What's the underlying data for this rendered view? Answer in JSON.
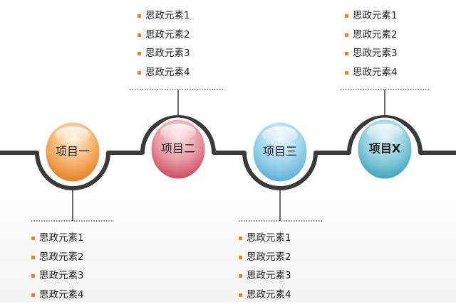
{
  "items": [
    {
      "title": "项目一",
      "colors": [
        "#fff2dc",
        "#f7b36b",
        "#e17f22"
      ],
      "elements": [
        "思政元素1",
        "思政元素2",
        "思政元素3",
        "思政元素4"
      ]
    },
    {
      "title": "项目二",
      "colors": [
        "#fbe2e6",
        "#e99aa6",
        "#c94a5b"
      ],
      "elements": [
        "思政元素1",
        "思政元素2",
        "思政元素3",
        "思政元素4"
      ]
    },
    {
      "title": "项目三",
      "colors": [
        "#e8f7fd",
        "#9fd5ee",
        "#5aaed6"
      ],
      "elements": [
        "思政元素1",
        "思政元素2",
        "思政元素3",
        "思政元素4"
      ]
    },
    {
      "title": "项目X",
      "colors": [
        "#dff3f7",
        "#8ecfdd",
        "#3ea2bd"
      ],
      "elements": [
        "思政元素1",
        "思政元素2",
        "思政元素3",
        "思政元素4"
      ]
    }
  ],
  "timeline_color": "#3a3a3a",
  "bullet_color": "#e8852b"
}
